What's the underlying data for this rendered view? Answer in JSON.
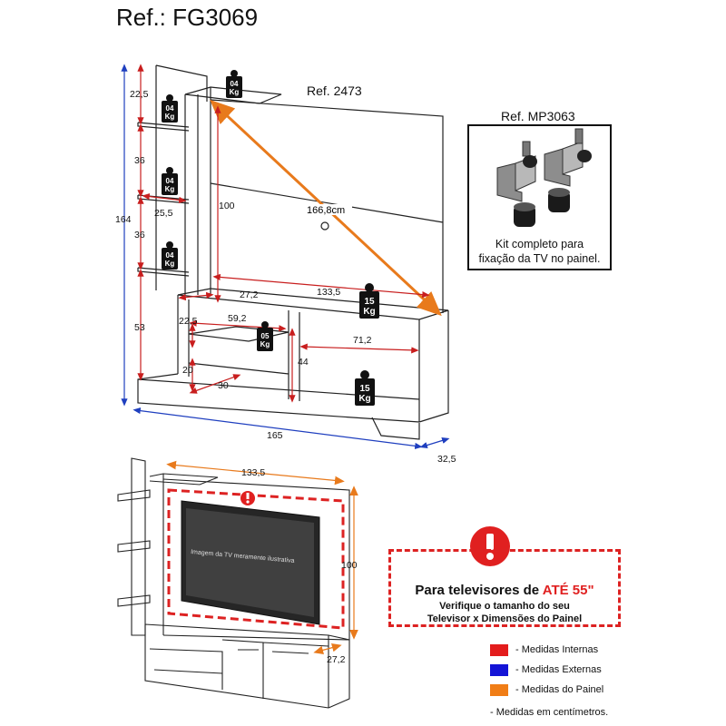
{
  "header": {
    "title": "Ref.: FG3069"
  },
  "panel_ref": "Ref. 2473",
  "kit": {
    "ref": "Ref. MP3063",
    "caption_line1": "Kit completo para",
    "caption_line2": "fixação da TV no painel."
  },
  "dimensions": {
    "d_22_5_top": "22,5",
    "d_36_a": "36",
    "d_36_b": "36",
    "d_164": "164",
    "d_53": "53",
    "d_25_5": "25,5",
    "d_100": "100",
    "d_166_8": "166,8cm",
    "d_27_2": "27,2",
    "d_133_5": "133,5",
    "d_59_2": "59,2",
    "d_22_5_mid": "22,5",
    "d_71_2": "71,2",
    "d_20": "20",
    "d_44": "44",
    "d_30": "30",
    "d_165": "165",
    "d_32_5": "32,5"
  },
  "weights": {
    "w04_a": [
      "04",
      "Kg"
    ],
    "w04_b": [
      "04",
      "Kg"
    ],
    "w04_c": [
      "04",
      "Kg"
    ],
    "w04_d": [
      "04",
      "Kg"
    ],
    "w15_a": [
      "15",
      "Kg"
    ],
    "w05": [
      "05",
      "Kg"
    ],
    "w15_b": [
      "15",
      "Kg"
    ]
  },
  "bottom_diagram": {
    "d_133_5": "133,5",
    "d_100": "100",
    "d_27_2": "27,2",
    "tv_label": "Imagem da TV meramente ilustrativa"
  },
  "warning": {
    "title_prefix": "Para televisores de ",
    "title_highlight": "ATÉ 55\"",
    "line1": "Verifique o tamanho do seu",
    "line2": "Televisor x Dimensões do Painel"
  },
  "legend": {
    "items": [
      {
        "color": "#e31c1c",
        "label": "- Medidas Internas"
      },
      {
        "color": "#1414d6",
        "label": "- Medidas Externas"
      },
      {
        "color": "#f07d16",
        "label": "- Medidas do Painel"
      }
    ],
    "note": "- Medidas em centímetros."
  },
  "colors": {
    "internal": "#c81e1e",
    "external": "#1f3fbf",
    "panel": "#e87a1c",
    "warning": "#e02020"
  }
}
